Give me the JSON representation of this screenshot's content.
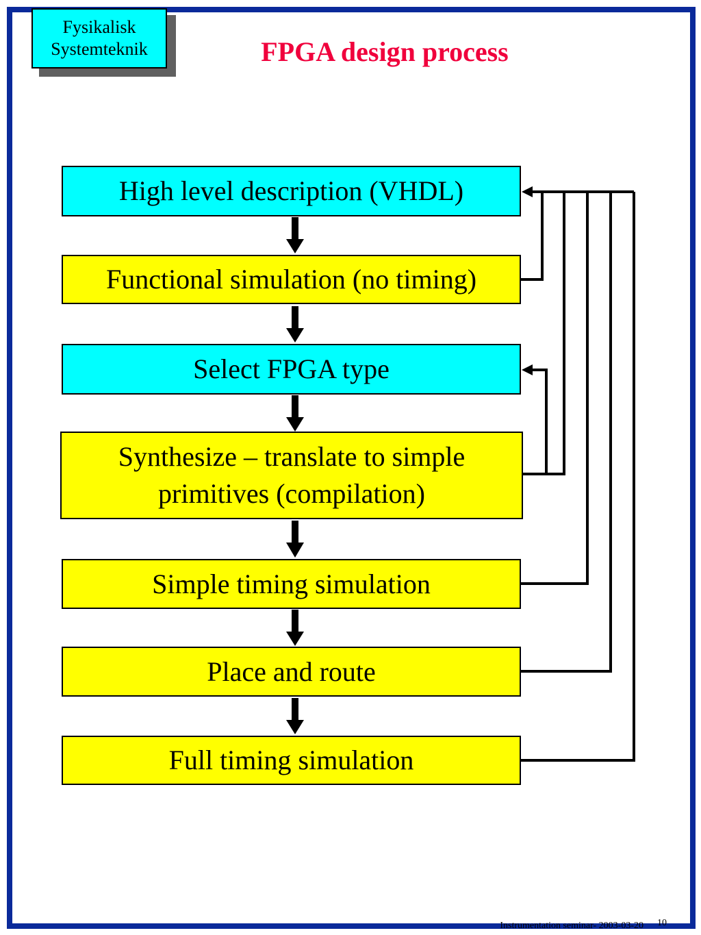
{
  "header": {
    "logo_line1": "Fysikalisk",
    "logo_line2": "Systemteknik",
    "title": "FPGA design process"
  },
  "steps": [
    {
      "label": "High level description (VHDL)",
      "color": "#00ffff"
    },
    {
      "label": "Functional simulation (no timing)",
      "color": "#ffff00"
    },
    {
      "label": "Select FPGA type",
      "color": "#00ffff"
    },
    {
      "label": "Synthesize – translate to simple primitives (compilation)",
      "color": "#ffff00"
    },
    {
      "label": "Simple timing simulation",
      "color": "#ffff00"
    },
    {
      "label": "Place and route",
      "color": "#ffff00"
    },
    {
      "label": "Full timing simulation",
      "color": "#ffff00"
    }
  ],
  "footer": {
    "text": "Instrumentation seminar- 2003-03-20",
    "page": "10"
  },
  "colors": {
    "frame": "#0a2a9a",
    "title": "#f0003c",
    "cyan": "#00ffff",
    "yellow": "#ffff00"
  }
}
